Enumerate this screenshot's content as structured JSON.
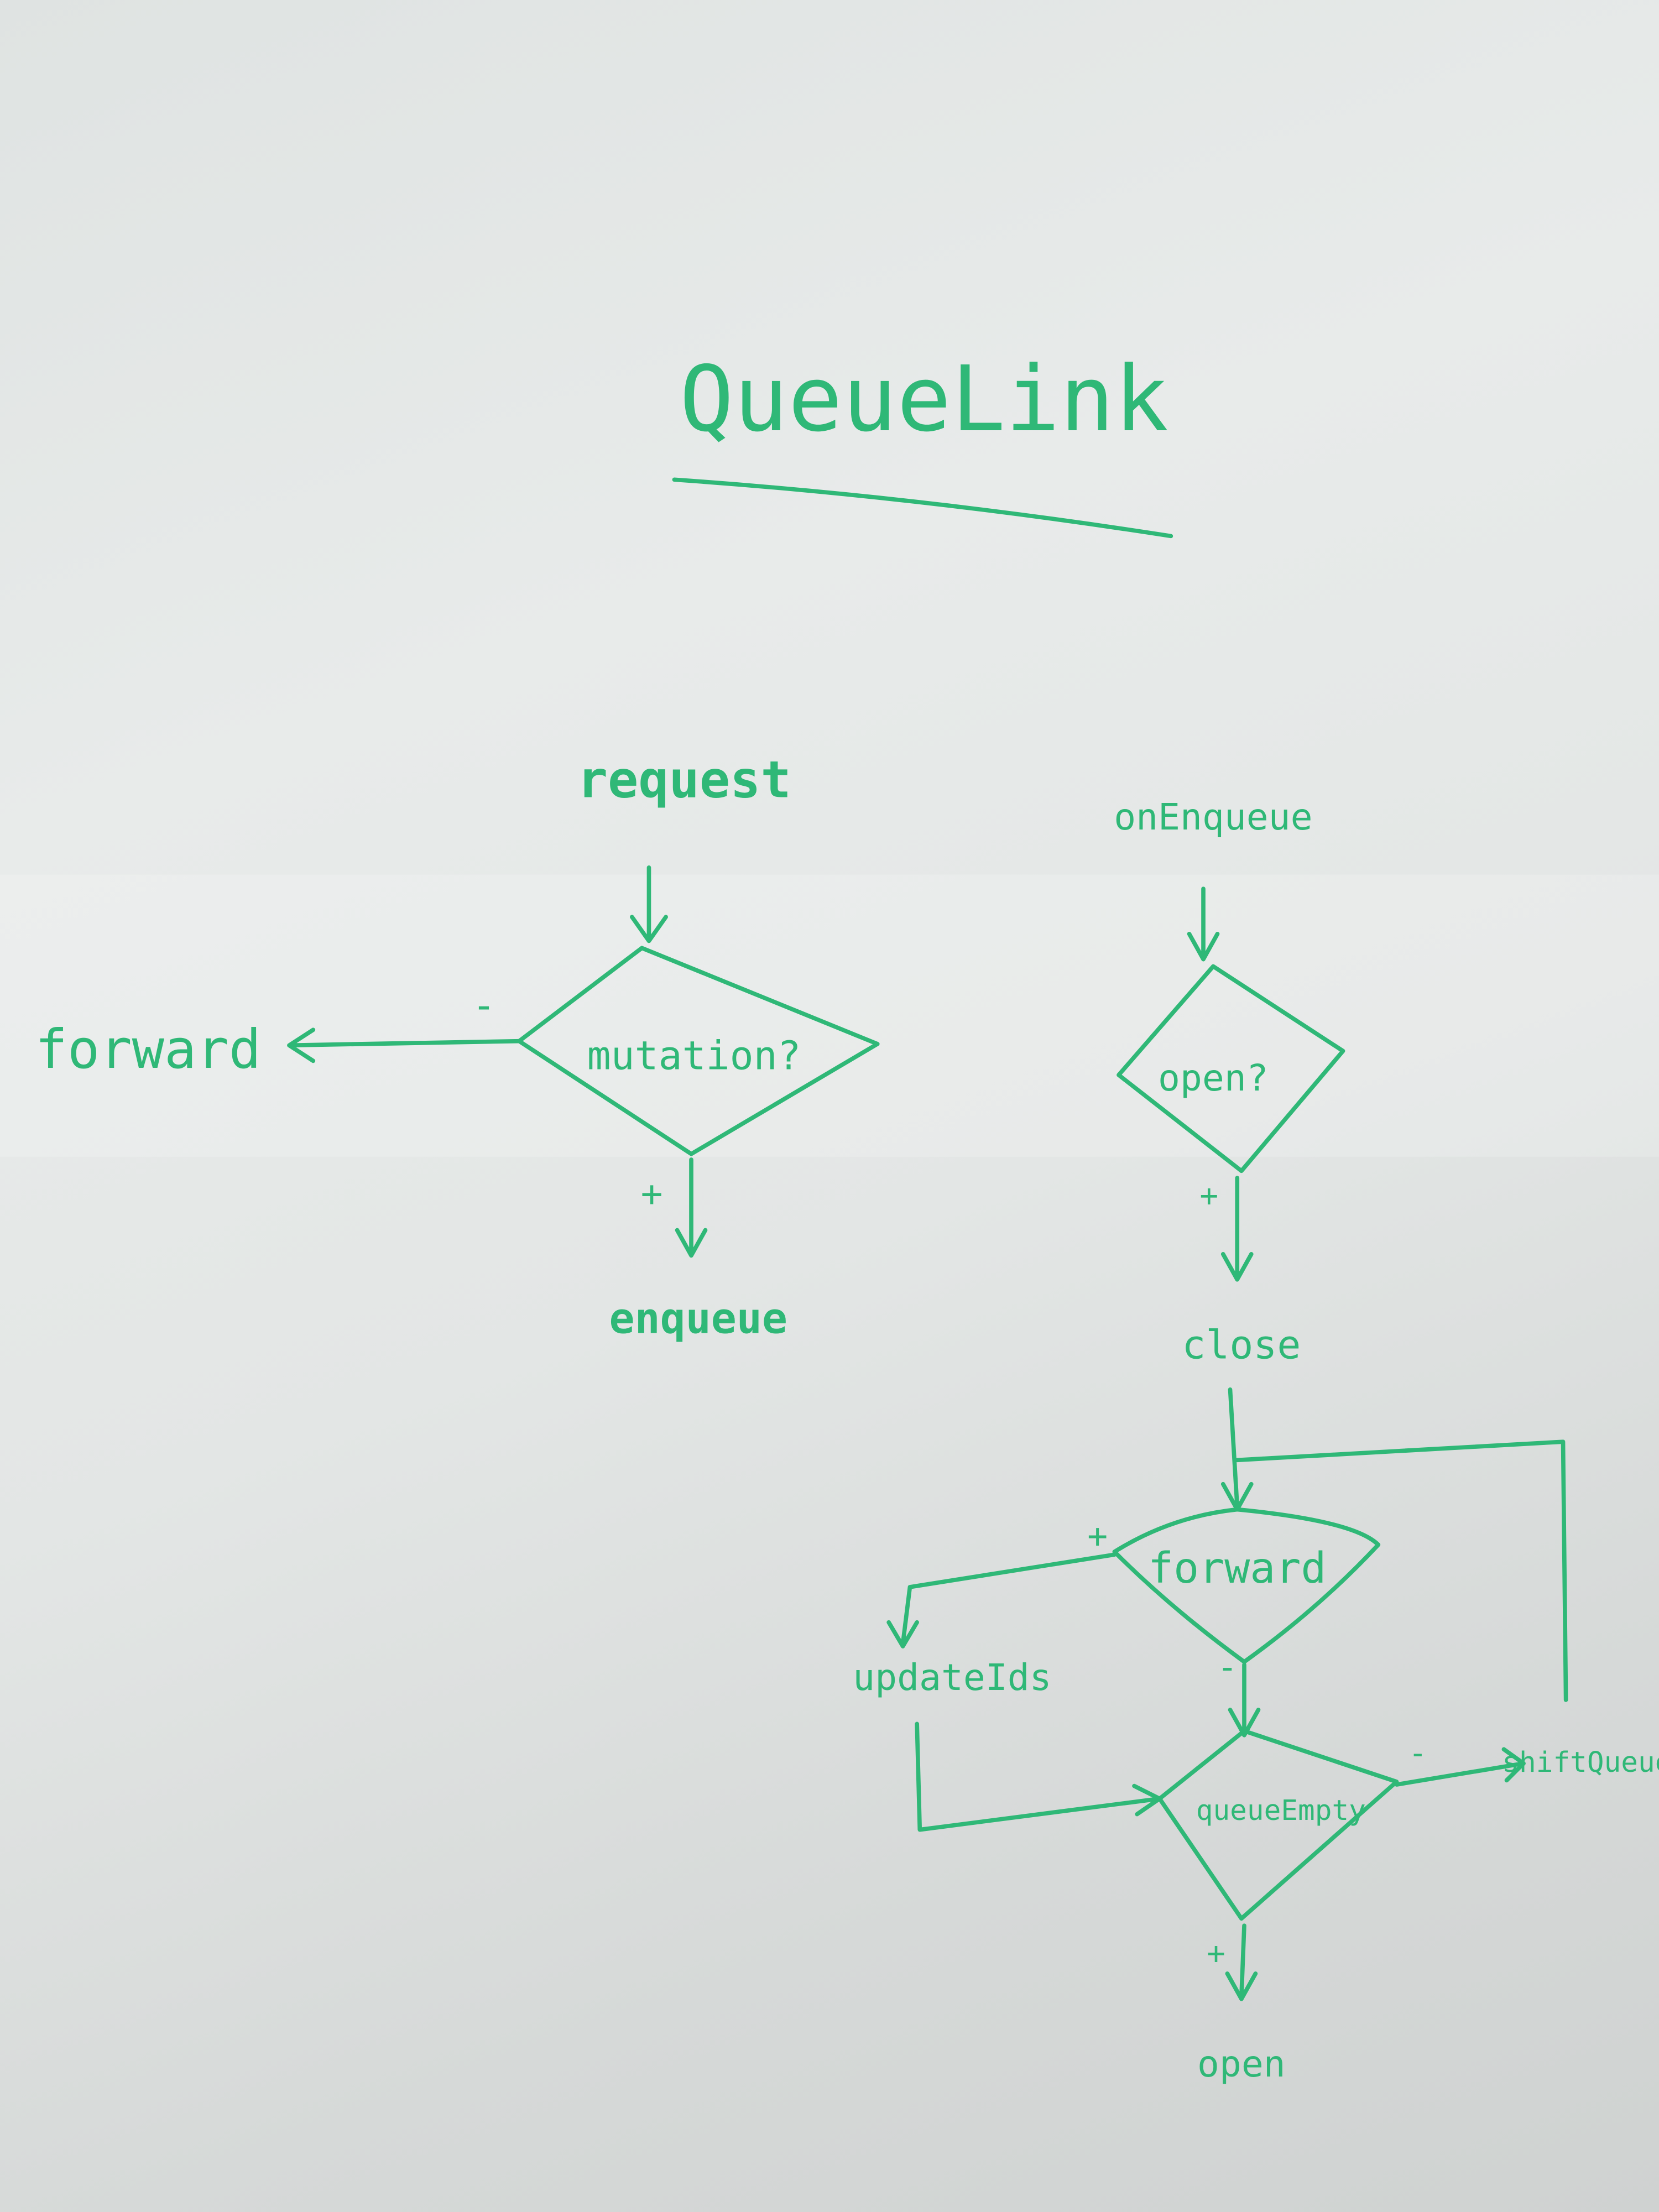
{
  "title": "QueueLink",
  "colors": {
    "ink": "#2fb877",
    "board": "#e3e6e5"
  },
  "left_flow": {
    "start": "request",
    "decision": "mutation?",
    "negative_label": "-",
    "negative_target": "forward",
    "positive_label": "+",
    "positive_target": "enqueue"
  },
  "right_flow": {
    "start": "onEnqueue",
    "decision_open": "open?",
    "open_positive_label": "+",
    "close_step": "close",
    "decision_forward": "forward",
    "forward_positive_label": "+",
    "forward_positive_target": "updateIds",
    "forward_negative_label": "-",
    "decision_queue_empty": "queueEmpty",
    "queue_empty_negative_label": "-",
    "queue_empty_negative_target": "shiftQueue",
    "queue_empty_positive_label": "+",
    "queue_empty_positive_target": "open"
  }
}
